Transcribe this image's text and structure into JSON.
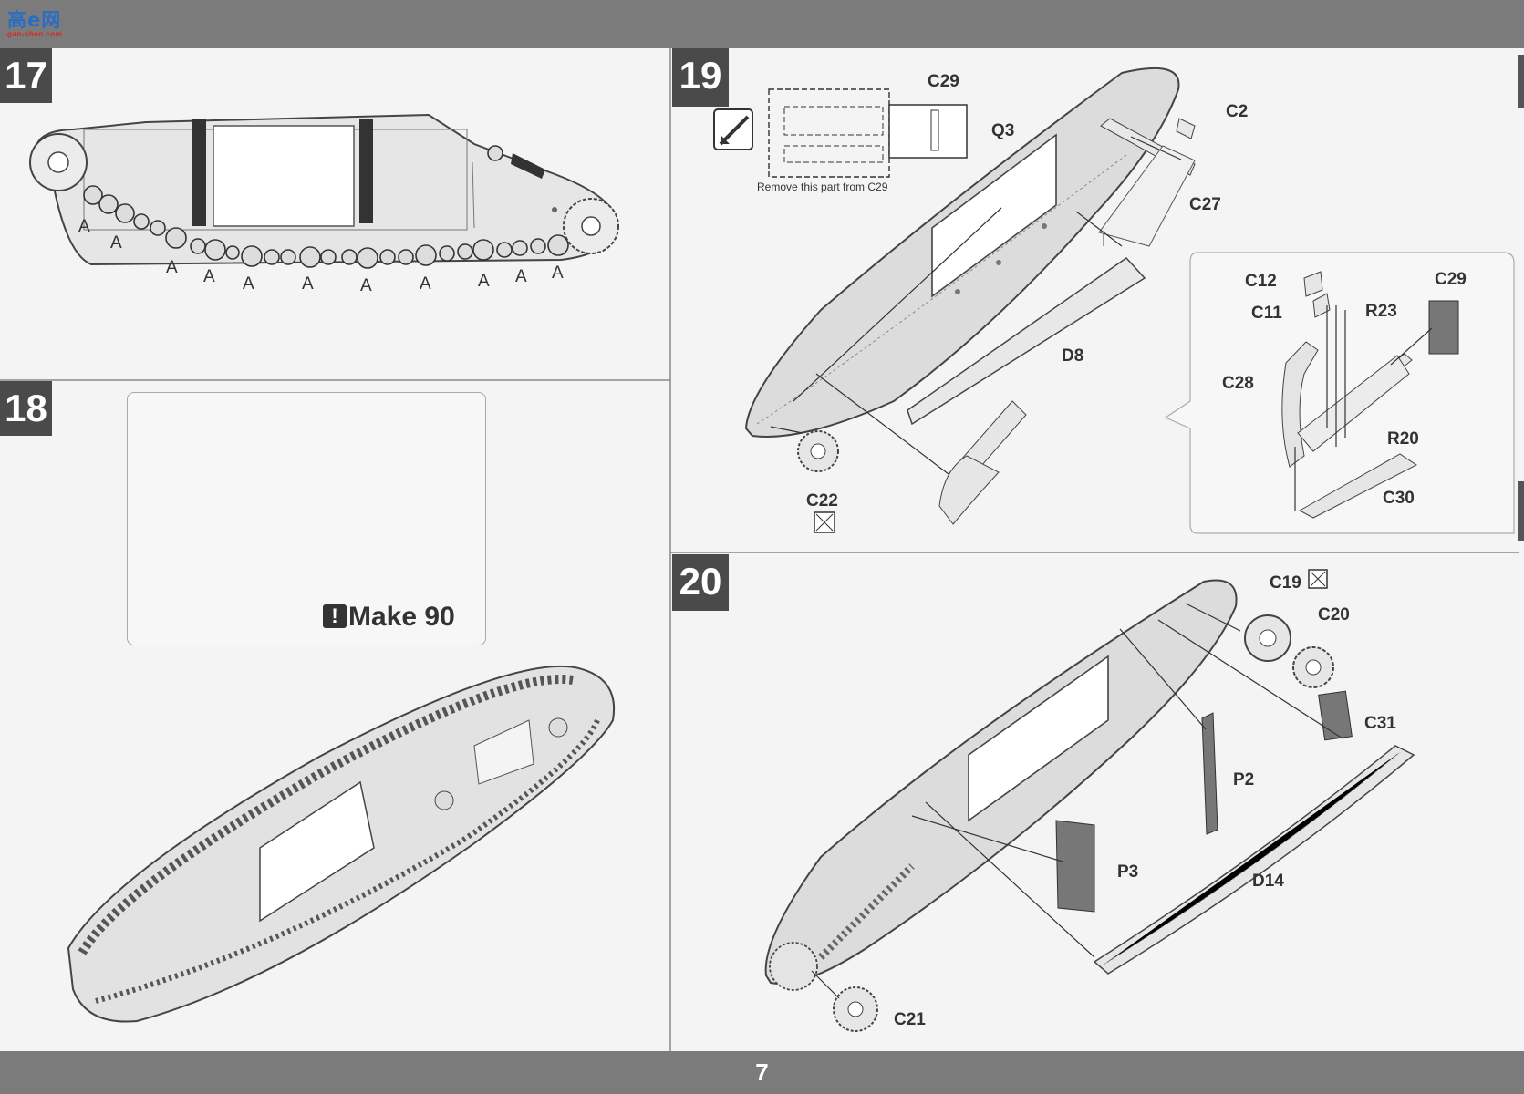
{
  "header": {
    "logo_text": "高e网",
    "logo_url": "gao-shen.com"
  },
  "footer": {
    "page_number": "7"
  },
  "steps": [
    {
      "number": "17",
      "labels": [
        "A",
        "A",
        "A",
        "A",
        "A",
        "A",
        "A",
        "A",
        "A",
        "A",
        "A"
      ]
    },
    {
      "number": "18",
      "note": "Make 90"
    },
    {
      "number": "19",
      "note": "Remove this part from C29",
      "labels": [
        "C29",
        "Q3",
        "C2",
        "C27",
        "D8",
        "C22"
      ],
      "detail_labels": [
        "C12",
        "C11",
        "R23",
        "C29",
        "C28",
        "R20",
        "C30"
      ]
    },
    {
      "number": "20",
      "labels": [
        "C19",
        "C20",
        "C31",
        "P2",
        "P3",
        "D14",
        "C21"
      ]
    }
  ]
}
